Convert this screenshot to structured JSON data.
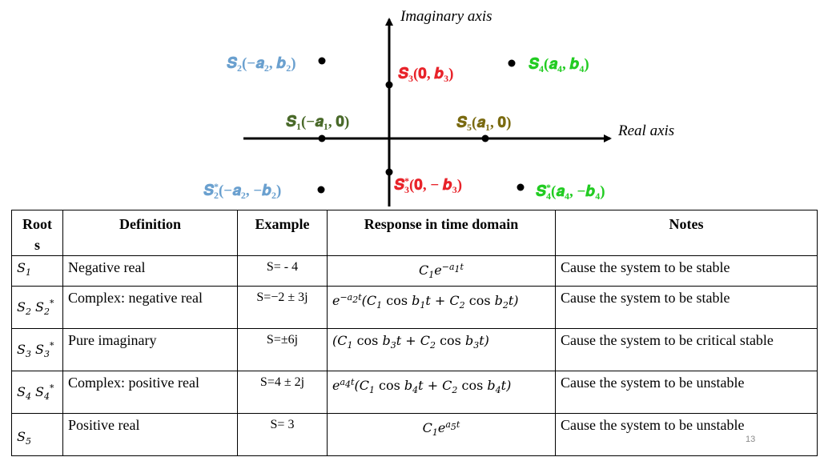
{
  "diagram": {
    "axis_labels": {
      "imaginary": "Imaginary axis",
      "real": "Real axis"
    },
    "points": {
      "s1": {
        "label": "S1(−a1, 0)",
        "color": "#4a6a2a"
      },
      "s2": {
        "label": "S2(−a2, b2)",
        "color": "#6aa0cf"
      },
      "s2c": {
        "label": "S2*(−a2, −b2)",
        "color": "#6aa0cf"
      },
      "s3": {
        "label": "S3(0, b3)",
        "color": "#e8232a"
      },
      "s3c": {
        "label": "S3*(0, − b3)",
        "color": "#e8232a"
      },
      "s4": {
        "label": "S4(a4, b4)",
        "color": "#22cc22"
      },
      "s4c": {
        "label": "S4*(a4, −b4)",
        "color": "#22cc22"
      },
      "s5": {
        "label": "S5(a1, 0)",
        "color": "#7a6a10"
      }
    }
  },
  "table": {
    "headers": [
      "Roots",
      "Definition",
      "Example",
      "Response in time domain",
      "Notes"
    ],
    "header_root_line1": "Root",
    "header_root_line2": "s",
    "rows": [
      {
        "root": "S1",
        "definition": "Negative real",
        "example": "S= - 4",
        "response": "C1e^(−a1t)",
        "notes": "Cause the system to be stable"
      },
      {
        "root": "S2 S2*",
        "definition": "Complex: negative real",
        "example": "S=−2 ± 3j",
        "response": "e^(−a2t)(C1 cos b1t + C2 cos b2t)",
        "notes": "Cause the system to be stable"
      },
      {
        "root": "S3 S3*",
        "definition": "Pure imaginary",
        "example": "S=±6j",
        "response": "(C1 cos b3t + C2 cos b3t)",
        "notes": "Cause the system to be critical stable"
      },
      {
        "root": "S4 S4*",
        "definition": "Complex: positive real",
        "example": "S=4 ± 2j",
        "response": "e^(a4t)(C1 cos b4t + C2 cos b4t)",
        "notes": "Cause the system to be unstable"
      },
      {
        "root": "S5",
        "definition": "Positive real",
        "example": "S= 3",
        "response": "C1e^(a5t)",
        "notes": "Cause the system to be unstable"
      }
    ]
  },
  "page_number": "13"
}
